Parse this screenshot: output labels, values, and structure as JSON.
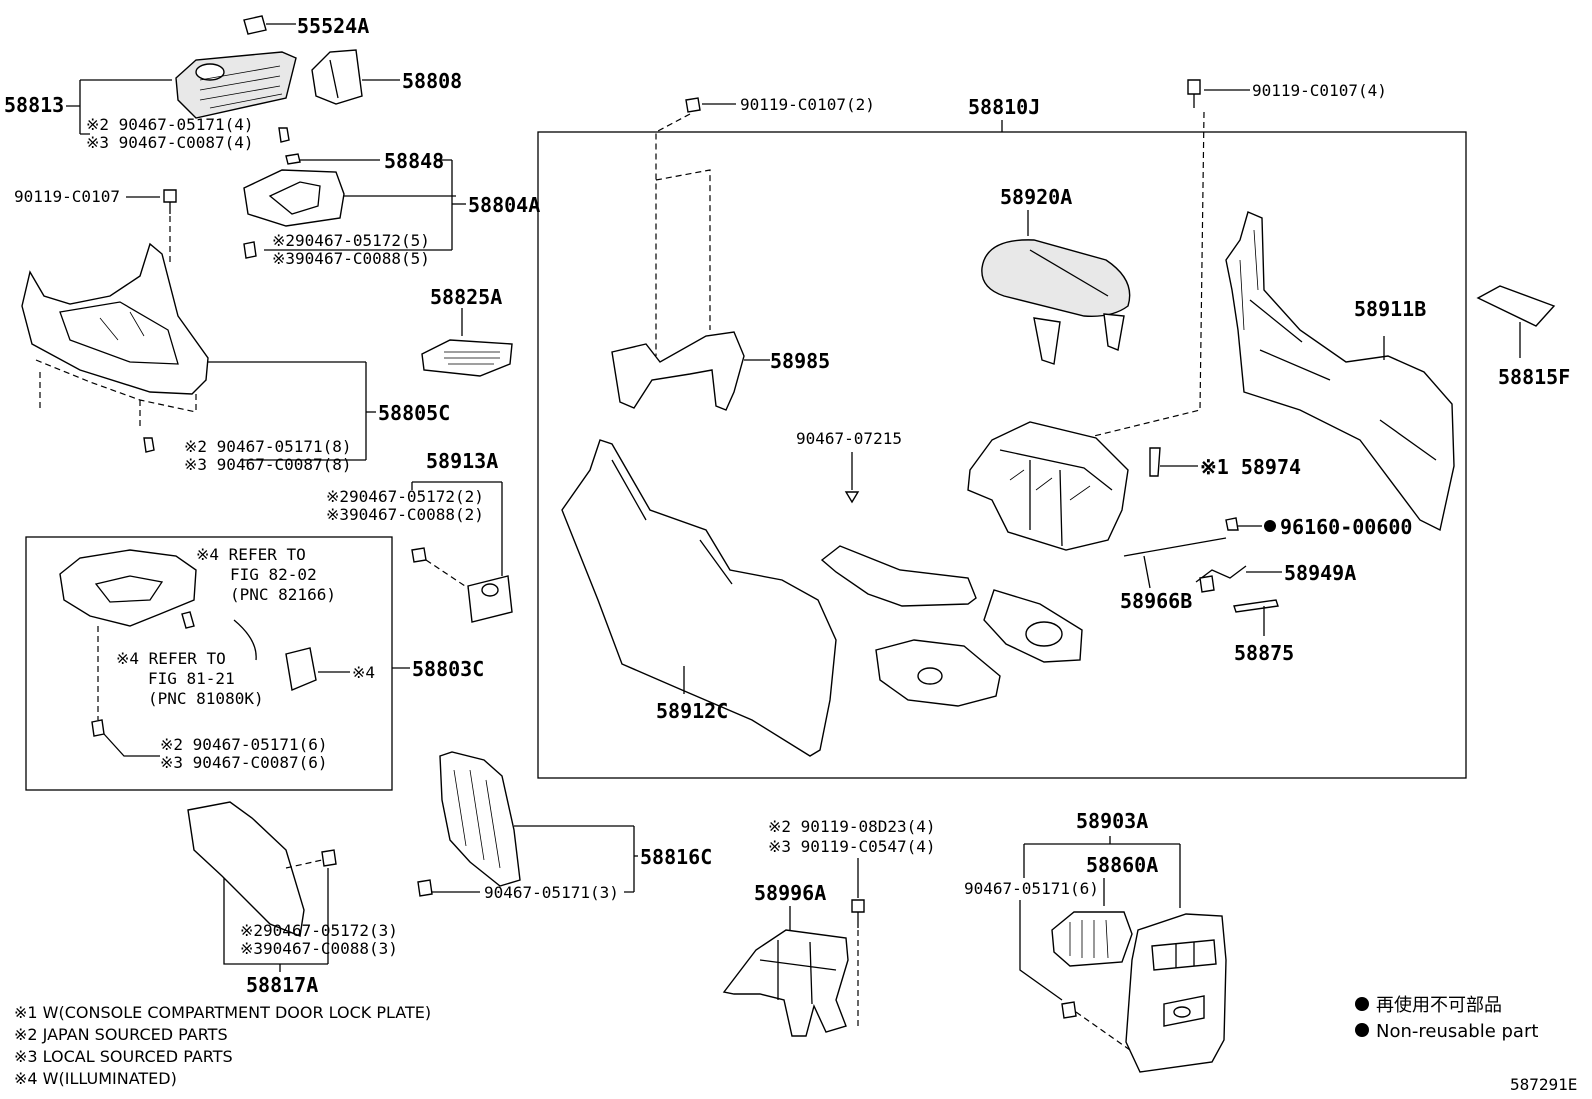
{
  "group_label": "58810J",
  "diagram_code": "587291E",
  "legend": {
    "non_reusable_ja": "再使用不可部品",
    "non_reusable_en": "Non-reusable part"
  },
  "notes": [
    "※1 W(CONSOLE COMPARTMENT DOOR LOCK PLATE)",
    "※2 JAPAN SOURCED PARTS",
    "※3 LOCAL SOURCED PARTS",
    "※4 W(ILLUMINATED)"
  ],
  "labels": {
    "p55524A": "55524A",
    "p58808": "58808",
    "p58813": "58813",
    "c58813_2": "※2 90467-05171(4)",
    "c58813_3": "※3 90467-C0087(4)",
    "p58848": "58848",
    "p58804A": "58804A",
    "b90119_left": "90119-C0107",
    "c58804_2": "※290467-05172(5)",
    "c58804_3": "※390467-C0088(5)",
    "p58825A": "58825A",
    "p58805C": "58805C",
    "c58805_2": "※2 90467-05171(8)",
    "c58805_3": "※3 90467-C0087(8)",
    "p58913A": "58913A",
    "c58913_2": "※290467-05172(2)",
    "c58913_3": "※390467-C0088(2)",
    "ref1_a": "※4 REFER TO",
    "ref1_b": "FIG 82-02",
    "ref1_c": "(PNC 82166)",
    "ref2_a": "※4 REFER TO",
    "ref2_b": "FIG 81-21",
    "ref2_c": "(PNC 81080K)",
    "mark4": "※4",
    "p58803C": "58803C",
    "c58803_2": "※2 90467-05171(6)",
    "c58803_3": "※3 90467-C0087(6)",
    "b90119_top_mid": "90119-C0107(2)",
    "b90119_top_right": "90119-C0107(4)",
    "p58920A": "58920A",
    "p58985": "58985",
    "p58911B": "58911B",
    "p58815F": "58815F",
    "c90467_07215": "90467-07215",
    "p58974": "※1 58974",
    "p96160": "96160-00600",
    "p58949A": "58949A",
    "p58966B": "58966B",
    "p58875": "58875",
    "p58912C": "58912C",
    "p58816C": "58816C",
    "c58816": "90467-05171(3)",
    "c58817_2": "※290467-05172(3)",
    "c58817_3": "※390467-C0088(3)",
    "p58817A": "58817A",
    "c58996_2": "※2 90119-08D23(4)",
    "c58996_3": "※3 90119-C0547(4)",
    "p58996A": "58996A",
    "p58903A": "58903A",
    "p58860A": "58860A",
    "c58903": "90467-05171(6)"
  }
}
